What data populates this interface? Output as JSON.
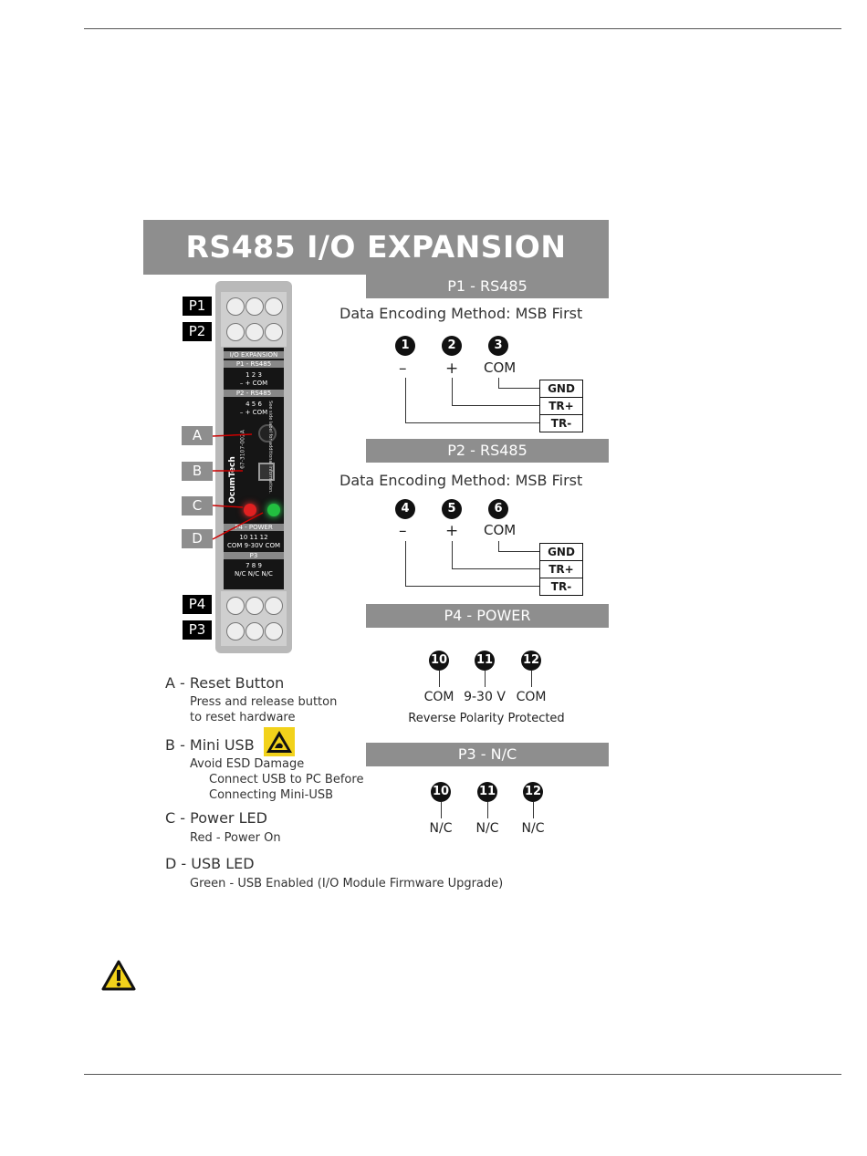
{
  "title": "RS485 I/O EXPANSION",
  "sections": {
    "p1": "P1 - RS485",
    "p2": "P2 - RS485",
    "p4": "P4 - POWER",
    "p3": "P3 - N/C"
  },
  "encoding": "Data Encoding Method: MSB First",
  "p1_pins": {
    "nums": [
      "1",
      "2",
      "3"
    ],
    "syms": [
      "–",
      "+",
      "COM"
    ]
  },
  "p2_pins": {
    "nums": [
      "4",
      "5",
      "6"
    ],
    "syms": [
      "–",
      "+",
      "COM"
    ]
  },
  "wire_labels": [
    "GND",
    "TR+",
    "TR-"
  ],
  "p4_pins": {
    "nums": [
      "10",
      "11",
      "12"
    ],
    "labels": [
      "COM",
      "9-30 V",
      "COM"
    ],
    "note": "Reverse Polarity Protected"
  },
  "p3_pins": {
    "nums": [
      "10",
      "11",
      "12"
    ],
    "labels": [
      "N/C",
      "N/C",
      "N/C"
    ]
  },
  "port_tags": [
    "P1",
    "P2",
    "P4",
    "P3"
  ],
  "callouts": [
    "A",
    "B",
    "C",
    "D"
  ],
  "device": {
    "label_top": "I/O EXPANSION",
    "p1": "P1 - RS485",
    "p1_nums": "1   2   3",
    "p1_syms": "–   +   COM",
    "p2": "P2 - RS485",
    "p2_nums": "4   5   6",
    "p2_syms": "–   +   COM",
    "brand": "OcumTech",
    "part": "67-3107-002A",
    "side_note": "See side label for additional information.",
    "p4": "P4 - POWER",
    "p4_nums": "10  11  12",
    "p4_syms": "COM 9-30V COM",
    "p3": "P3",
    "p3_nums": "7   8   9",
    "p3_syms": "N/C N/C N/C"
  },
  "legend": [
    {
      "title": "A - Reset Button",
      "lines": [
        "Press and release button",
        "to reset hardware"
      ]
    },
    {
      "title": "B - Mini USB",
      "lines": [
        "Avoid ESD Damage",
        "Connect USB to PC Before",
        "Connecting Mini-USB"
      ]
    },
    {
      "title": "C - Power LED",
      "lines": [
        "Red - Power On"
      ]
    },
    {
      "title": "D - USB LED",
      "lines": [
        "Green - USB Enabled (I/O Module Firmware Upgrade)"
      ]
    }
  ],
  "colors": {
    "banner": "#8e8e8e",
    "power_led": "#e02020",
    "usb_led": "#22c040",
    "warning": "#f2d21b"
  },
  "icons": [
    "warning-icon",
    "esd-warning-icon"
  ]
}
